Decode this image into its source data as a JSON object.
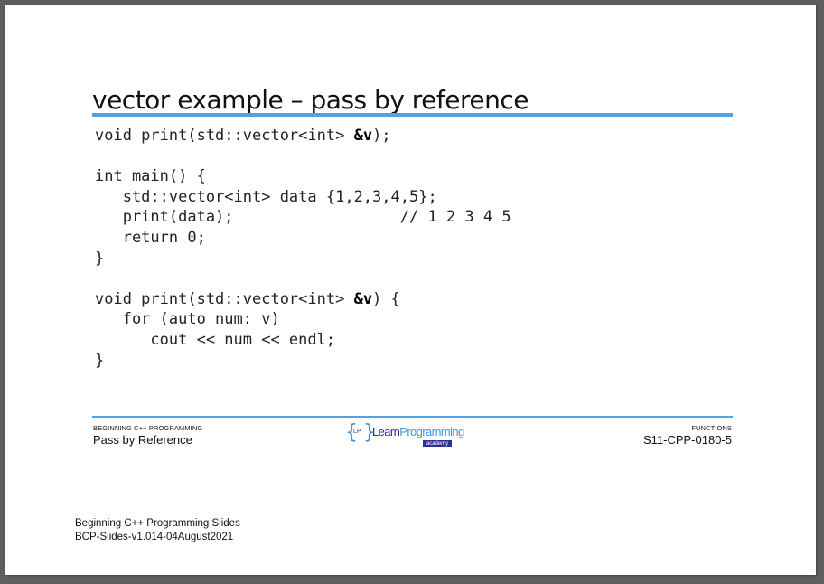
{
  "slide": {
    "title": "vector example – pass by reference",
    "code_lines": [
      {
        "text": "void print(std::vector<int> ",
        "bold": "&v",
        "after": ");"
      },
      {
        "text": "",
        "bold": "",
        "after": ""
      },
      {
        "text": "int main() {",
        "bold": "",
        "after": ""
      },
      {
        "text": "   std::vector<int> data {1,2,3,4,5};",
        "bold": "",
        "after": ""
      },
      {
        "text": "   print(data);                  // 1 2 3 4 5",
        "bold": "",
        "after": ""
      },
      {
        "text": "   return 0;",
        "bold": "",
        "after": ""
      },
      {
        "text": "}",
        "bold": "",
        "after": ""
      },
      {
        "text": "",
        "bold": "",
        "after": ""
      },
      {
        "text": "void print(std::vector<int> ",
        "bold": "&v",
        "after": ") {"
      },
      {
        "text": "   for (auto num: v)",
        "bold": "",
        "after": ""
      },
      {
        "text": "      cout << num << endl;",
        "bold": "",
        "after": ""
      },
      {
        "text": "}",
        "bold": "",
        "after": ""
      }
    ]
  },
  "footer": {
    "left_small": "BEGINNING C++ PROGRAMMING",
    "left_main": "Pass by Reference",
    "right_small": "FUNCTIONS",
    "right_main": "S11-CPP-0180-5"
  },
  "logo": {
    "brace_open": "{",
    "brace_close": "}",
    "initials": "LP",
    "name_part1": "Learn",
    "name_part2": "Programming",
    "tagline": "academy"
  },
  "doc_info": {
    "line1": "Beginning C++ Programming Slides",
    "line2": "BCP-Slides-v1.014-04August2021"
  },
  "colors": {
    "accent_blue": "#4da3e8",
    "logo_dark": "#2f2f9a"
  }
}
